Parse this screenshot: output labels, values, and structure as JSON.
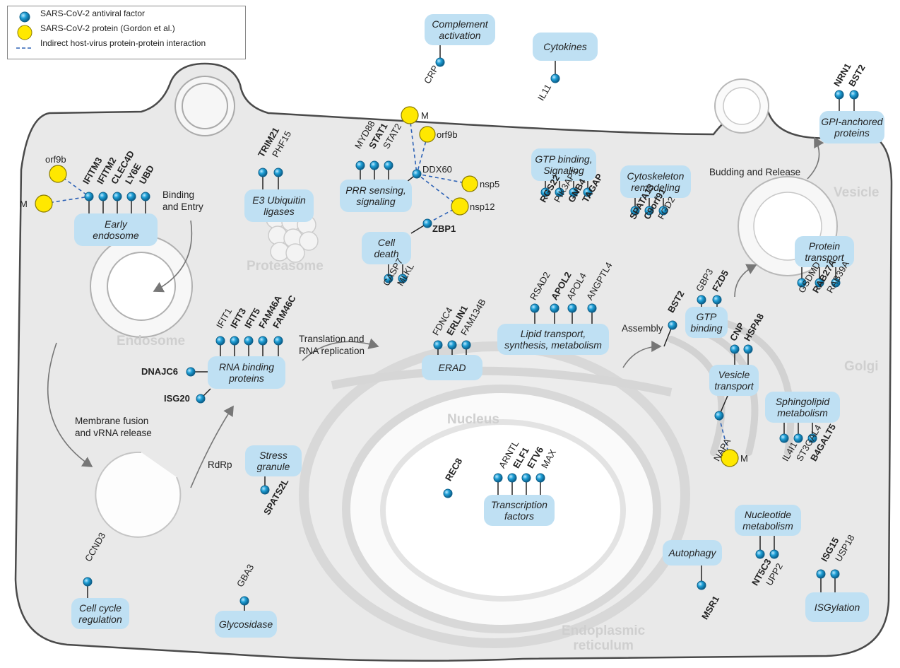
{
  "legend": {
    "antiviral": "SARS-CoV-2 antiviral factor",
    "viral_protein": "SARS-CoV-2 protein (Gordon et al.)",
    "indirect": "Indirect host-virus protein-protein interaction"
  },
  "compartments": {
    "endosome": "Endosome",
    "proteasome": "Proteasome",
    "nucleus": "Nucleus",
    "golgi": "Golgi",
    "vesicle": "Vesicle",
    "er_line1": "Endoplasmic",
    "er_line2": "reticulum"
  },
  "processes": {
    "binding_entry_1": "Binding",
    "binding_entry_2": "and Entry",
    "membrane_fusion_1": "Membrane fusion",
    "membrane_fusion_2": "and vRNA release",
    "rdrp": "RdRp",
    "translation_1": "Translation and",
    "translation_2": "RNA replication",
    "assembly": "Assembly",
    "budding": "Budding and Release"
  },
  "viral_proteins": {
    "orf9b_left": "orf9b",
    "m_left": "M",
    "m_top": "M",
    "orf9b_top": "orf9b",
    "nsp5": "nsp5",
    "nsp12": "nsp12",
    "m_golgi": "M"
  },
  "groups": {
    "complement": {
      "label_1": "Complement",
      "label_2": "activation"
    },
    "cytokines": {
      "label": "Cytokines"
    },
    "gpi": {
      "label_1": "GPI-anchored",
      "label_2": "proteins"
    },
    "early_endosome": {
      "label_1": "Early",
      "label_2": "endosome"
    },
    "e3": {
      "label_1": "E3 Ubiquitin",
      "label_2": "ligases"
    },
    "prr": {
      "label_1": "PRR sensing,",
      "label_2": "signaling"
    },
    "cell_death": {
      "label_1": "Cell",
      "label_2": "death"
    },
    "gtp_signaling": {
      "label_1": "GTP binding,",
      "label_2": "Signaling"
    },
    "cytoskeleton": {
      "label_1": "Cytoskeleton",
      "label_2": "remodeling"
    },
    "protein_transport": {
      "label_1": "Protein",
      "label_2": "transport"
    },
    "rna_binding": {
      "label_1": "RNA binding",
      "label_2": "proteins"
    },
    "erad": {
      "label": "ERAD"
    },
    "lipid": {
      "label_1": "Lipid transport,",
      "label_2": "synthesis, metabolism"
    },
    "gtp_binding": {
      "label_1": "GTP",
      "label_2": "binding"
    },
    "vesicle_transport": {
      "label_1": "Vesicle",
      "label_2": "transport"
    },
    "sphingolipid": {
      "label_1": "Sphingolipid",
      "label_2": "metabolism"
    },
    "stress_granule": {
      "label_1": "Stress",
      "label_2": "granule"
    },
    "transcription": {
      "label_1": "Transcription",
      "label_2": "factors"
    },
    "nucleotide": {
      "label_1": "Nucleotide",
      "label_2": "metabolism"
    },
    "autophagy": {
      "label": "Autophagy"
    },
    "cell_cycle": {
      "label_1": "Cell cycle",
      "label_2": "regulation"
    },
    "glycosidase": {
      "label": "Glycosidase"
    },
    "isgylation": {
      "label": "ISGylation"
    }
  },
  "factors": {
    "crp": "CRP",
    "il11": "IL11",
    "nrn1": "NRN1",
    "bst2_top": "BST2",
    "ifitm3": "IFITM3",
    "ifitm2": "IFITM2",
    "clec4d": "CLEC4D",
    "ly6e": "LY6E",
    "ubd": "UBD",
    "trim21": "TRIM21",
    "phf15": "PHF15",
    "myd88": "MYD88",
    "stat1": "STAT1",
    "stat2": "STAT2",
    "ddx60": "DDX60",
    "zbp1": "ZBP1",
    "casp7": "CASP7",
    "mlkl": "MLKL",
    "rgs22": "RGS22",
    "pik3ap1": "PIK3AP1",
    "gnb4": "GNB4",
    "tagap": "TAGAP",
    "spata13": "SPATA13",
    "c9orf91": "C9orf91",
    "fgd2": "FGD2",
    "gsdmd": "GSDMD",
    "rab27a": "RAB27A",
    "rab39a": "RAB39A",
    "ifit1": "IFIT1",
    "ifit3": "IFIT3",
    "ifit5": "IFIT5",
    "fam46a": "FAM46A",
    "fam46c": "FAM46C",
    "dnajc6": "DNAJC6",
    "isg20": "ISG20",
    "fdnc4": "FDNC4",
    "erlin1": "ERLIN1",
    "fam134b": "FAM134B",
    "rsad2": "RSAD2",
    "apol2": "APOL2",
    "apol4": "APOL4",
    "angptl4": "ANGPTL4",
    "bst2_mid": "BST2",
    "gbp3": "GBP3",
    "fzd5": "FZD5",
    "cnp": "CNP",
    "hspa8": "HSPA8",
    "napa": "NAPA",
    "il4i1": "IL4I1",
    "st3gal4": "ST3GAL4",
    "b4galt5": "B4GALT5",
    "spats2l": "SPATS2L",
    "rec8": "REC8",
    "arntl": "ARNTL",
    "elf1": "ELF1",
    "etv6": "ETV6",
    "max": "MAX",
    "nt5c3": "NT5C3",
    "upp2": "UPP2",
    "msr1": "MSR1",
    "isg15": "ISG15",
    "usp18": "USP18",
    "ccnd3": "CCND3",
    "gba3": "GBA3"
  },
  "colors": {
    "cell_fill": "#e9e9e9",
    "cell_stroke": "#4a4a4a",
    "group_box": "#bfe0f3",
    "antiviral_ball": "#1e9fd6",
    "viral_ball": "#ffe800",
    "indirect_line": "#2f63b6",
    "compartment_text": "#cfcfcf"
  },
  "icons": {
    "antiviral": "blue-sphere-icon",
    "viral": "yellow-circle-icon",
    "indirect": "dashed-line-icon"
  }
}
